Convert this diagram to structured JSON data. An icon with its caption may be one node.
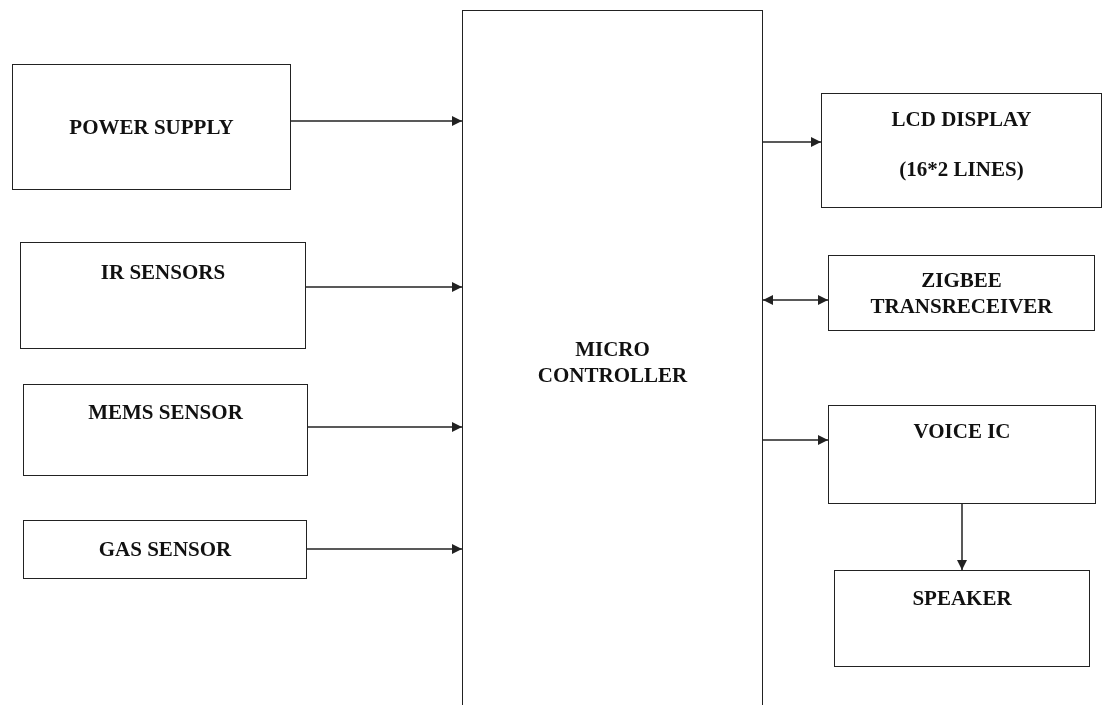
{
  "diagram": {
    "nodes": [
      {
        "text": [
          "POWER SUPPLY"
        ]
      },
      {
        "text": [
          "IR SENSORS"
        ]
      },
      {
        "text": [
          "MEMS SENSOR"
        ]
      },
      {
        "text": [
          "GAS SENSOR"
        ]
      },
      {
        "text": [
          "MICRO CONTROLLER"
        ]
      },
      {
        "text": [
          "LCD DISPLAY",
          "(16*2 LINES)"
        ]
      },
      {
        "text": [
          "ZIGBEE TRANSRECEIVER"
        ]
      },
      {
        "text": [
          "VOICE IC"
        ]
      },
      {
        "text": [
          "SPEAKER"
        ]
      }
    ],
    "edges": [
      {
        "from": 0,
        "to": 4,
        "arrow": "to"
      },
      {
        "from": 1,
        "to": 4,
        "arrow": "to"
      },
      {
        "from": 2,
        "to": 4,
        "arrow": "to"
      },
      {
        "from": 3,
        "to": 4,
        "arrow": "to"
      },
      {
        "from": 4,
        "to": 5,
        "arrow": "to"
      },
      {
        "from": 4,
        "to": 6,
        "arrow": "both"
      },
      {
        "from": 4,
        "to": 7,
        "arrow": "to"
      },
      {
        "from": 7,
        "to": 8,
        "arrow": "to"
      }
    ]
  }
}
